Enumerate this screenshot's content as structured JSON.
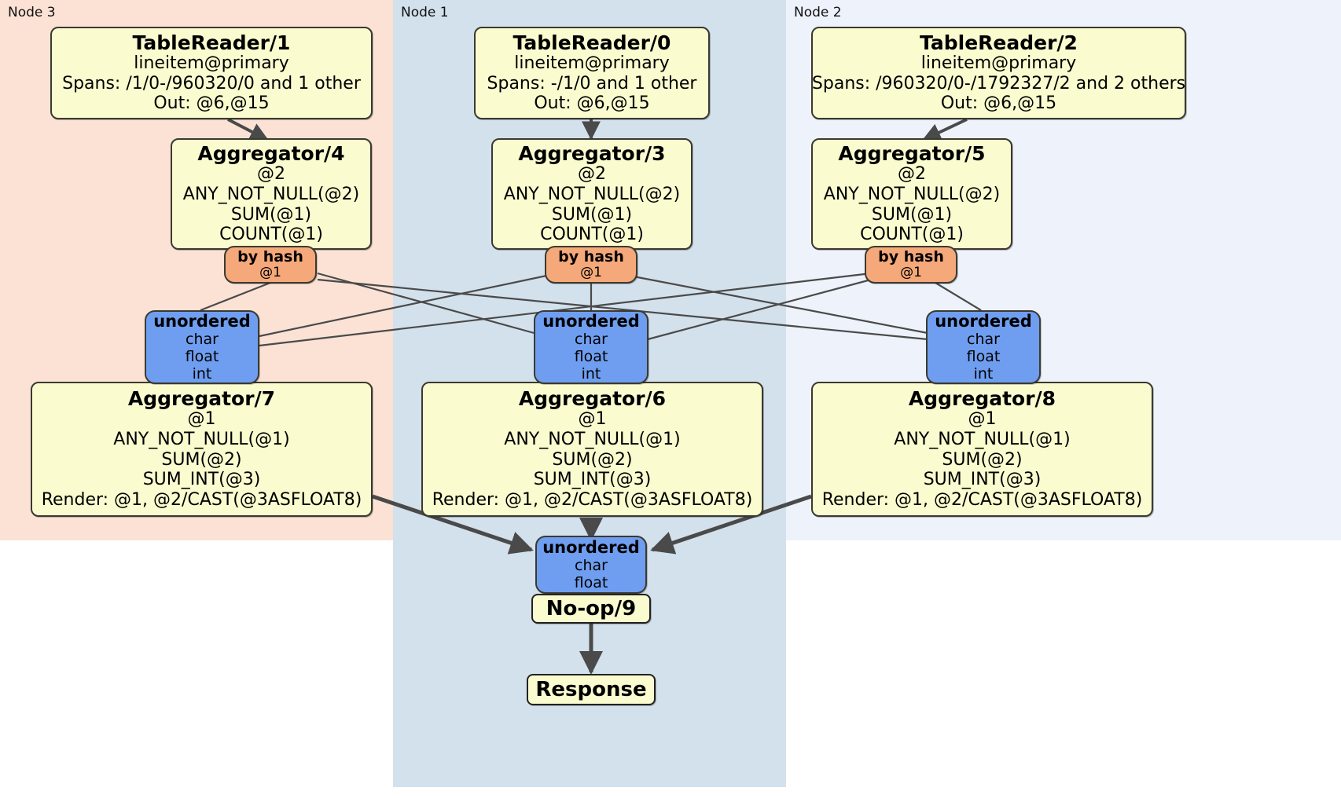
{
  "diagram": {
    "kind": "distributed-query-plan",
    "colors": {
      "node3_panel": "#fbe2d5",
      "node1_panel": "#d3e1ec",
      "node2_panel": "#edf2fb",
      "processor_fill": "#fbfbd0",
      "router_fill": "#f5a97a",
      "sync_fill": "#6f9ef0",
      "edge": "#4a4a4a"
    }
  },
  "panels": [
    {
      "id": "node3",
      "label": "Node 3"
    },
    {
      "id": "node1",
      "label": "Node 1"
    },
    {
      "id": "node2",
      "label": "Node 2"
    }
  ],
  "readers": {
    "node3": {
      "title": "TableReader/1",
      "table": "lineitem@primary",
      "spans": "Spans: /1/0-/960320/0 and 1 other",
      "out": "Out: @6,@15"
    },
    "node1": {
      "title": "TableReader/0",
      "table": "lineitem@primary",
      "spans": "Spans: -/1/0 and 1 other",
      "out": "Out: @6,@15"
    },
    "node2": {
      "title": "TableReader/2",
      "table": "lineitem@primary",
      "spans": "Spans: /960320/0-/1792327/2 and 2 others",
      "out": "Out: @6,@15"
    }
  },
  "stage1_aggregators": {
    "node3": {
      "title": "Aggregator/4",
      "group": "@2",
      "f1": "ANY_NOT_NULL(@2)",
      "f2": "SUM(@1)",
      "f3": "COUNT(@1)"
    },
    "node1": {
      "title": "Aggregator/3",
      "group": "@2",
      "f1": "ANY_NOT_NULL(@2)",
      "f2": "SUM(@1)",
      "f3": "COUNT(@1)"
    },
    "node2": {
      "title": "Aggregator/5",
      "group": "@2",
      "f1": "ANY_NOT_NULL(@2)",
      "f2": "SUM(@1)",
      "f3": "COUNT(@1)"
    }
  },
  "hash_routers": {
    "node3": {
      "title": "by hash",
      "key": "@1"
    },
    "node1": {
      "title": "by hash",
      "key": "@1"
    },
    "node2": {
      "title": "by hash",
      "key": "@1"
    }
  },
  "sync_receivers": {
    "node3": {
      "title": "unordered",
      "types": [
        "char",
        "float",
        "int"
      ]
    },
    "node1": {
      "title": "unordered",
      "types": [
        "char",
        "float",
        "int"
      ]
    },
    "node2": {
      "title": "unordered",
      "types": [
        "char",
        "float",
        "int"
      ]
    }
  },
  "stage2_aggregators": {
    "node3": {
      "title": "Aggregator/7",
      "group": "@1",
      "f1": "ANY_NOT_NULL(@1)",
      "f2": "SUM(@2)",
      "f3": "SUM_INT(@3)",
      "render": "Render: @1, @2/CAST(@3ASFLOAT8)"
    },
    "node1": {
      "title": "Aggregator/6",
      "group": "@1",
      "f1": "ANY_NOT_NULL(@1)",
      "f2": "SUM(@2)",
      "f3": "SUM_INT(@3)",
      "render": "Render: @1, @2/CAST(@3ASFLOAT8)"
    },
    "node2": {
      "title": "Aggregator/8",
      "group": "@1",
      "f1": "ANY_NOT_NULL(@1)",
      "f2": "SUM(@2)",
      "f3": "SUM_INT(@3)",
      "render": "Render: @1, @2/CAST(@3ASFLOAT8)"
    }
  },
  "final_sync": {
    "title": "unordered",
    "types": [
      "char",
      "float"
    ]
  },
  "noop": {
    "title": "No-op/9"
  },
  "response": {
    "title": "Response"
  }
}
